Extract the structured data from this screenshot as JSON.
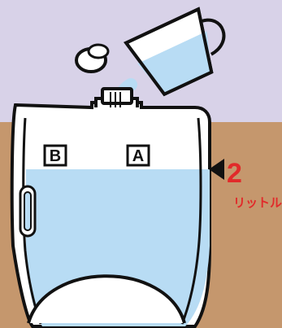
{
  "colors": {
    "sky": "#d8d2e8",
    "ground": "#c5976d",
    "water": "#b8dcf4",
    "outline": "#111111",
    "accent": "#e12a2a",
    "white": "#ffffff"
  },
  "container": {
    "label_b": "B",
    "label_a": "A"
  },
  "level_marker": {
    "arrow_icon": "left-triangle-icon",
    "number": "2",
    "unit": "リットル"
  },
  "pitcher": {
    "icon": "pitcher-icon"
  },
  "cap": {
    "icon": "cap-icon"
  }
}
